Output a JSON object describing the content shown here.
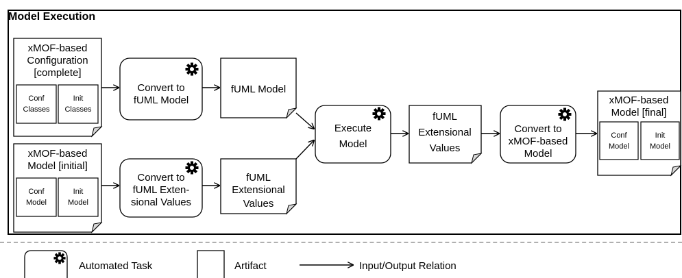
{
  "title": "Model Execution",
  "artifacts": {
    "config": {
      "lines": [
        "xMOF-based",
        "Configuration",
        "[complete]"
      ],
      "inner": [
        [
          "Conf",
          "Classes"
        ],
        [
          "Init",
          "Classes"
        ]
      ]
    },
    "initial_model": {
      "lines": [
        "xMOF-based",
        "Model [initial]"
      ],
      "inner": [
        [
          "Conf",
          "Model"
        ],
        [
          "Init",
          "Model"
        ]
      ]
    },
    "fuml_model": {
      "lines": [
        "fUML Model"
      ]
    },
    "fuml_ext_values_1": {
      "lines": [
        "fUML",
        "Extensional",
        "Values"
      ]
    },
    "fuml_ext_values_2": {
      "lines": [
        "fUML",
        "Extensional",
        "Values"
      ]
    },
    "final_model": {
      "lines": [
        "xMOF-based",
        "Model [final]"
      ],
      "inner": [
        [
          "Conf",
          "Model"
        ],
        [
          "Init",
          "Model"
        ]
      ]
    }
  },
  "tasks": {
    "convert_fuml_model": {
      "lines": [
        "Convert to",
        "fUML Model"
      ]
    },
    "convert_fuml_ext": {
      "lines": [
        "Convert to",
        "fUML Exten-",
        "sional Values"
      ]
    },
    "execute": {
      "lines": [
        "Execute",
        "Model"
      ]
    },
    "convert_xmof": {
      "lines": [
        "Convert to",
        "xMOF-based",
        "Model"
      ]
    }
  },
  "legend": {
    "task_label": "Automated Task",
    "artifact_label": "Artifact",
    "relation_label": "Input/Output Relation"
  }
}
